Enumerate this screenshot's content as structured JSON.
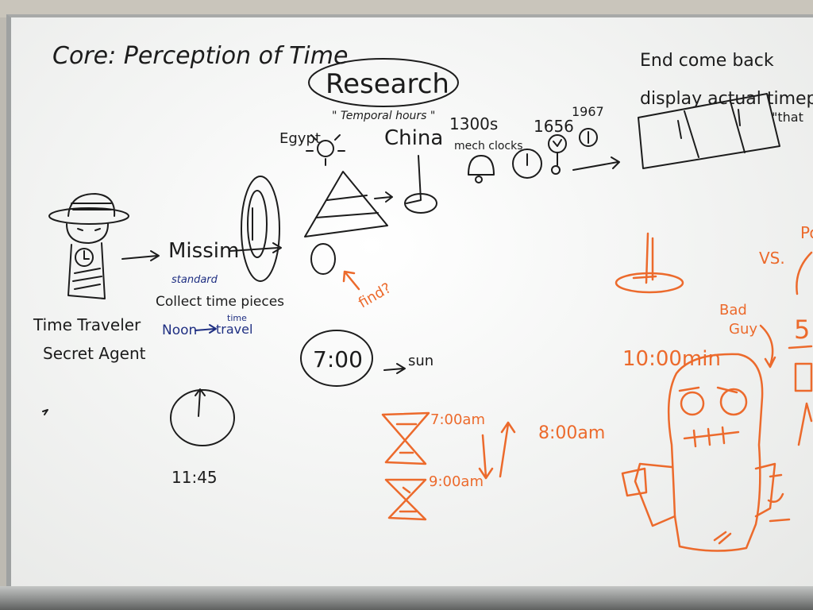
{
  "board": {
    "core_title": "Core: Perception of Time",
    "research": "Research",
    "temporal_hours": "\" Temporal hours \"",
    "egypt": "Egypt",
    "china": "China",
    "year_1300": "1300s",
    "mech_clocks": "mech clocks",
    "year_1656": "1656",
    "year_1967": "1967",
    "end_line1": "End come back",
    "end_line2": "display actual timepieces",
    "that": "\"that",
    "mission": "Missim",
    "standard": "standard",
    "collect": "Collect time pieces",
    "noon": "Noon",
    "time_small": "time",
    "travel": "travel",
    "time_traveler": "Time Traveler",
    "secret_agent": "Secret Agent",
    "find": "find?",
    "seven": "7:00",
    "sun": "sun",
    "clock_1145": "11:45",
    "am700": "7:00am",
    "am900": "9:00am",
    "am800": "8:00am",
    "ten_min": "10:00min",
    "bad_guy_1": "Bad",
    "bad_guy_2": "Guy",
    "vs": "VS.",
    "po": "Po",
    "five": "5"
  },
  "colors": {
    "black_marker": "#1c1c1c",
    "blue_marker": "#1f2f82",
    "orange_marker": "#ec6a2c"
  }
}
